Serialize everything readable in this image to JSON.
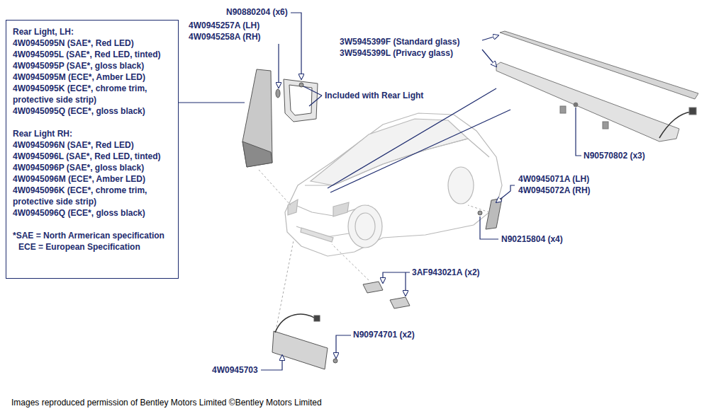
{
  "diagram": {
    "caption": "Images reproduced permission of Bentley Motors Limited ©Bentley Motors Limited",
    "nodes": [
      {
        "text": [
          "Rear Light, LH:",
          "4W0945095N (SAE*, Red LED)",
          "4W0945095L (SAE*, Red LED, tinted)",
          "4W0945095P (SAE*, gloss black)",
          "4W0945095M (ECE*, Amber LED)",
          "4W0945095K (ECE*, chrome trim, protective side strip)",
          "4W0945095Q (ECE*, gloss black)",
          "Rear Light RH:",
          "4W0945096N (SAE*, Red LED)",
          "4W0945096L (SAE*, Red LED, tinted)",
          "4W0945096P (SAE*, gloss black)",
          "4W0945096M (ECE*, Amber LED)",
          "4W0945096K (ECE*, chrome trim, protective side strip)",
          "4W0945096Q (ECE*, gloss black)",
          "*SAE = North Armerican specification",
          "ECE = European Specification"
        ]
      }
    ],
    "labels": [
      "N90880204 (x6)",
      "4W0945257A (LH)",
      "4W0945258A (RH)",
      "Included with Rear Light",
      "3W5945399F (Standard glass)",
      "3W5945399L (Privacy glass)",
      "N90570802 (x3)",
      "4W0945071A (LH)",
      "4W0945072A (RH)",
      "N90215804 (x4)",
      "3AF943021A (x2)",
      "N90974701 (x2)",
      "4W0945703"
    ]
  }
}
